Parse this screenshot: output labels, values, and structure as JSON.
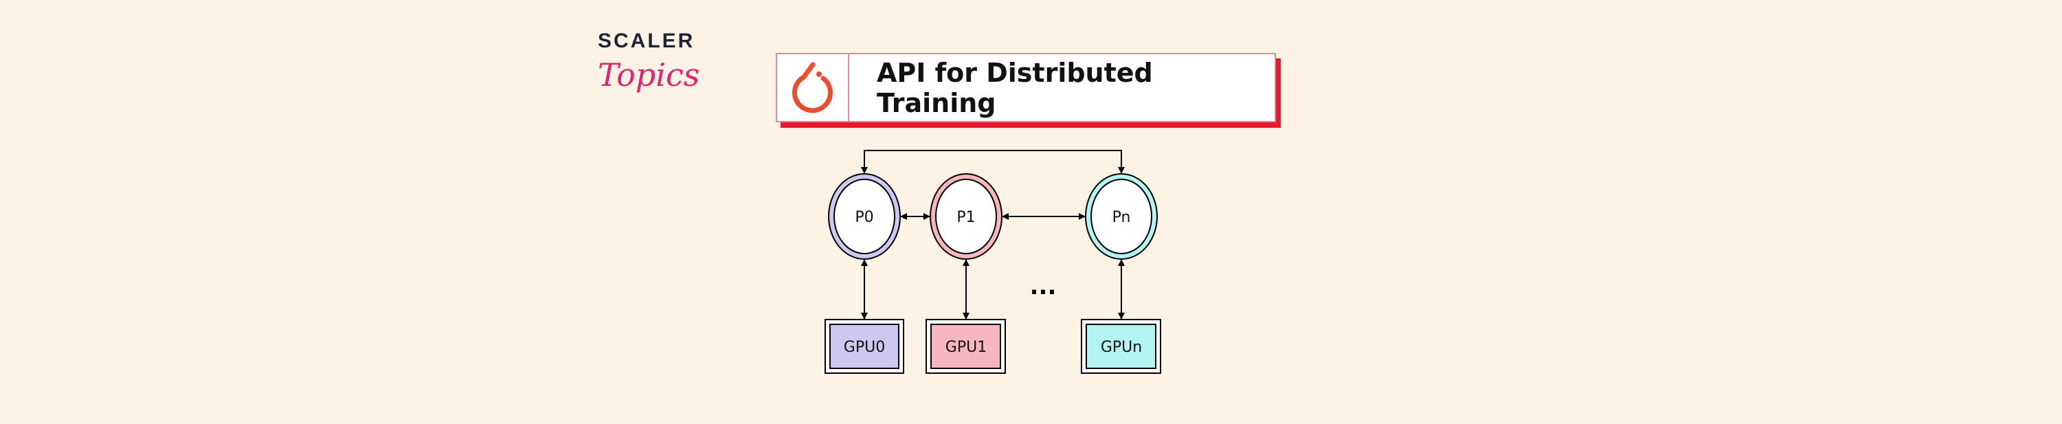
{
  "logo": {
    "line1": "SCALER",
    "line2": "Topics"
  },
  "title": {
    "text": "API for Distributed Training",
    "icon": "pytorch-logo-icon"
  },
  "processes": [
    {
      "label": "P0",
      "color": "#cdc8f0"
    },
    {
      "label": "P1",
      "color": "#f5b6c0"
    },
    {
      "label": "Pn",
      "color": "#b3f3f0"
    }
  ],
  "gpus": [
    {
      "label": "GPU0",
      "color": "#cdc8f0"
    },
    {
      "label": "GPU1",
      "color": "#f5b6c0"
    },
    {
      "label": "GPUn",
      "color": "#b3f3f0"
    }
  ],
  "ellipsis": "...",
  "colors": {
    "background": "#fdf3e5",
    "accent": "#e8192c",
    "pytorch": "#ee4c2c"
  }
}
